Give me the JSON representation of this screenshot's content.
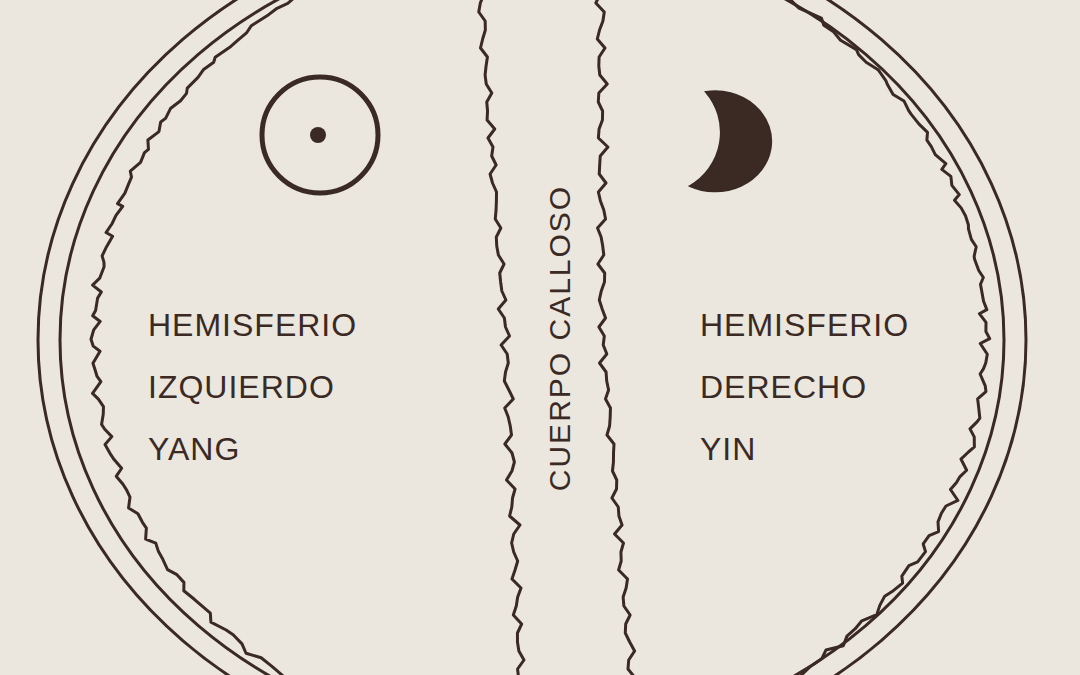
{
  "diagram": {
    "nodes": [
      {
        "text": [
          "HEMISFERIO IZQUIERDO YANG"
        ]
      },
      {
        "text": [
          "CUERPO CALLOSO"
        ]
      },
      {
        "text": [
          "HEMISFERIO DERECHO YIN"
        ]
      }
    ]
  }
}
